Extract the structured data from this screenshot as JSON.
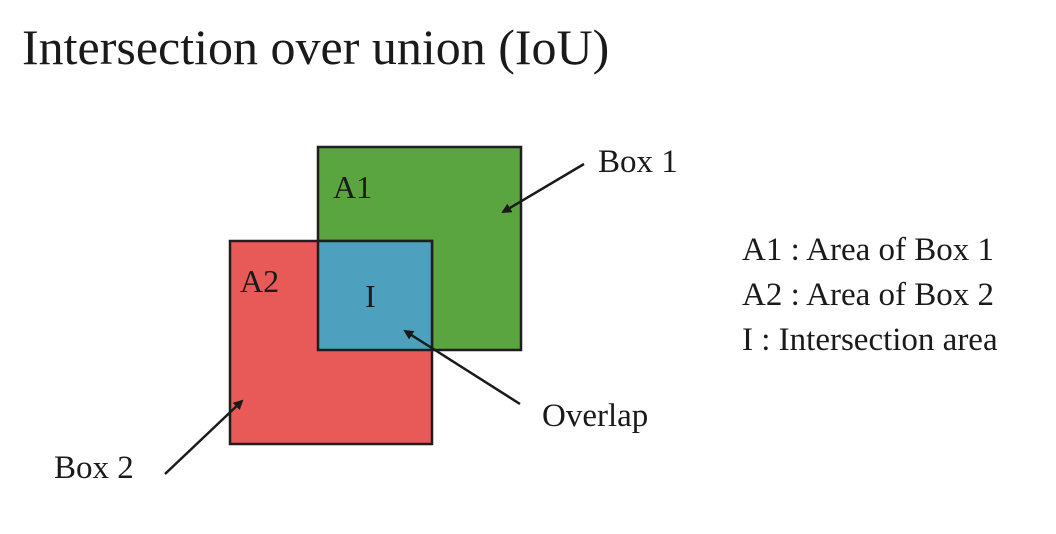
{
  "title": "Intersection over union (IoU)",
  "boxes": {
    "box1": {
      "label": "A1",
      "callout": "Box 1",
      "color": "#5aa540"
    },
    "box2": {
      "label": "A2",
      "callout": "Box 2",
      "color": "#e85a58"
    },
    "intersection": {
      "label": "I",
      "callout": "Overlap",
      "color": "#4da1bf"
    }
  },
  "legend": {
    "items": [
      "A1 : Area of Box 1",
      "A2 : Area of Box 2",
      "I : Intersection area"
    ]
  }
}
